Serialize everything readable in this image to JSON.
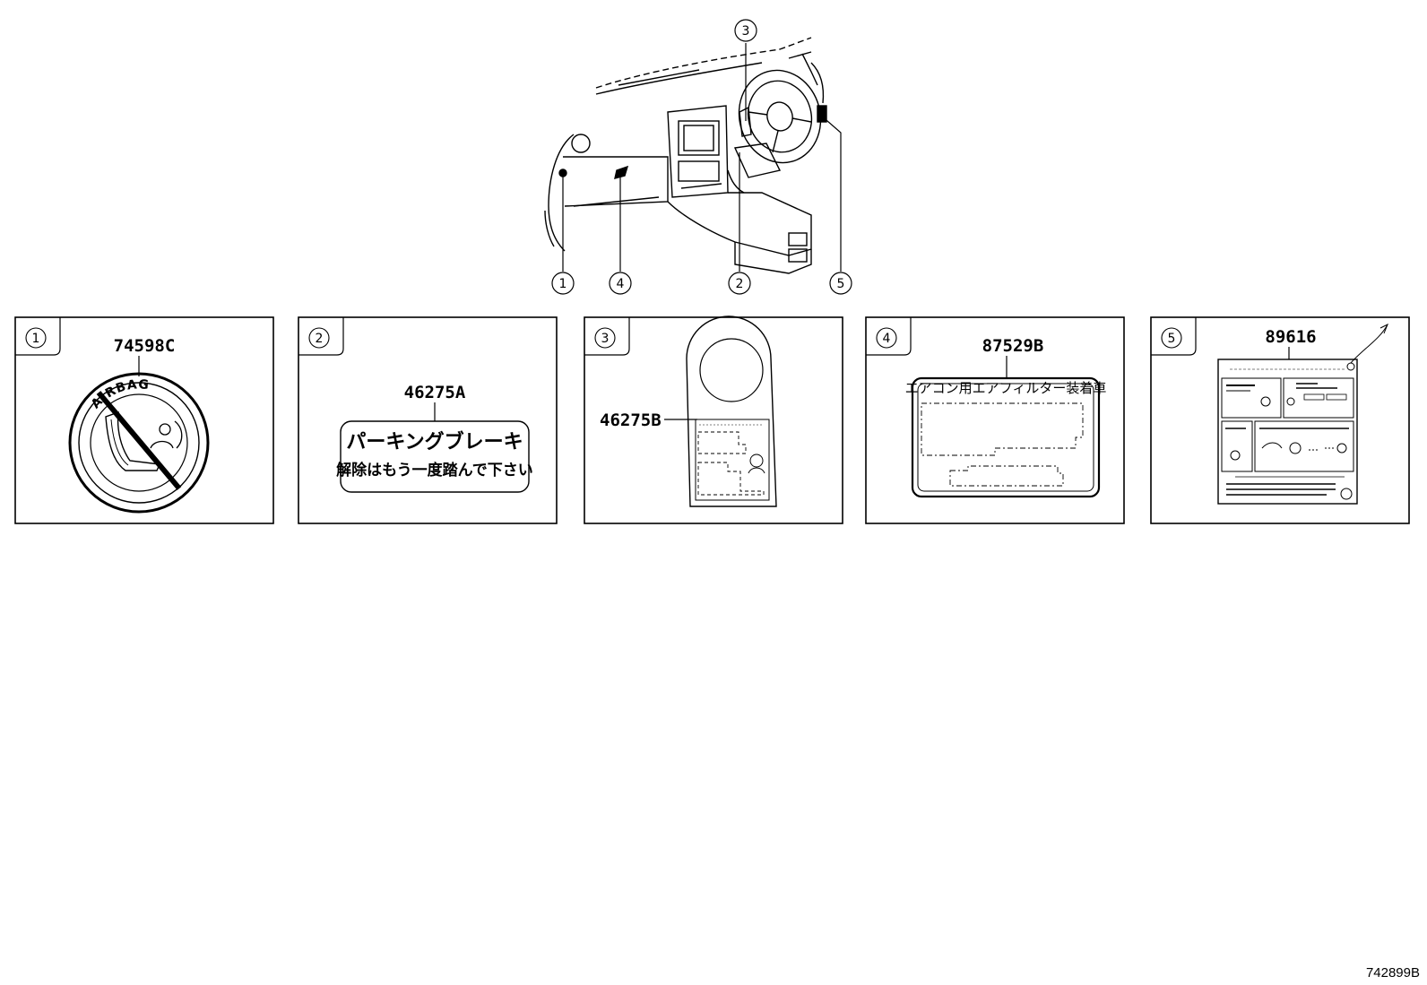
{
  "diagram_id": "742899B",
  "callouts": [
    "1",
    "2",
    "3",
    "4",
    "5"
  ],
  "panels": [
    {
      "index": "1",
      "part_number": "74598C",
      "label_text": "AIRBAG"
    },
    {
      "index": "2",
      "part_number": "46275A",
      "line1": "パーキングブレーキ",
      "line2": "解除はもう一度踏んで下さい"
    },
    {
      "index": "3",
      "part_number": "46275B"
    },
    {
      "index": "4",
      "part_number": "87529B",
      "label_text": "エアコン用エアフィルター装着車"
    },
    {
      "index": "5",
      "part_number": "89616"
    }
  ]
}
